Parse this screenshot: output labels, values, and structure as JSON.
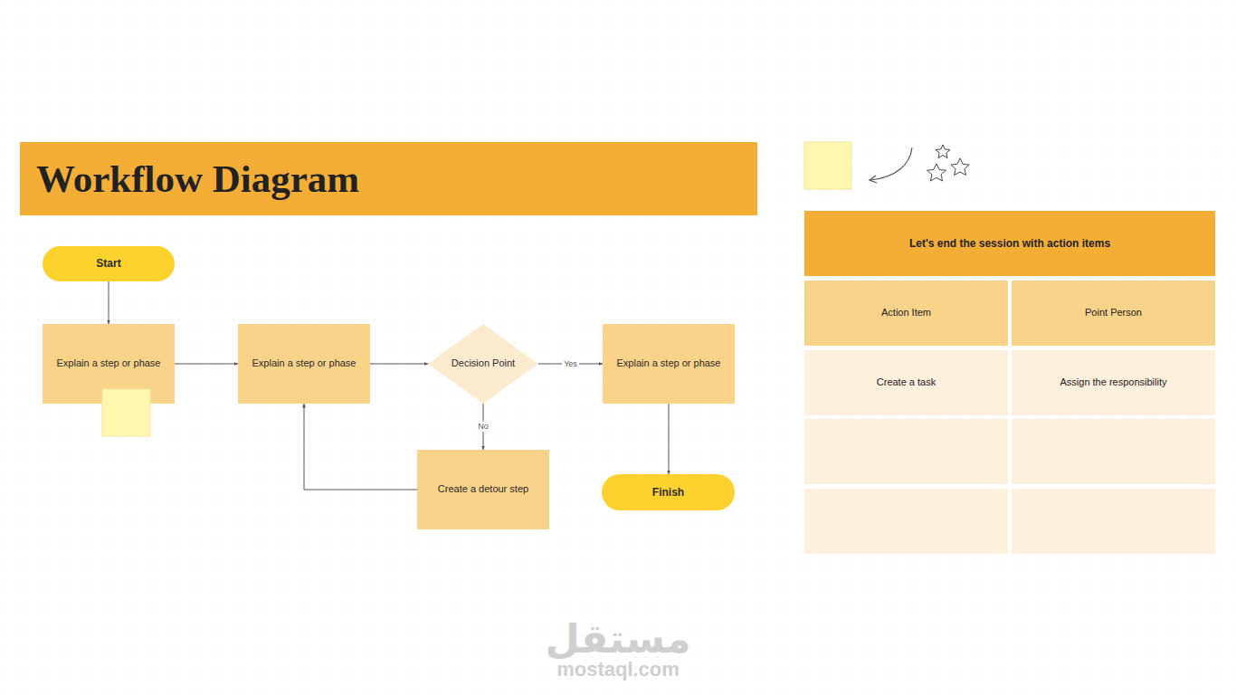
{
  "diagram": {
    "title": "Workflow Diagram",
    "nodes": [
      {
        "text": [
          "Start"
        ]
      },
      {
        "text": [
          "Explain a step or phase"
        ]
      },
      {
        "text": [
          "Explain a step or phase"
        ]
      },
      {
        "text": [
          "Decision Point"
        ]
      },
      {
        "text": [
          "Explain a step or phase"
        ]
      },
      {
        "text": [
          "Create a detour step"
        ]
      },
      {
        "text": [
          "Finish"
        ]
      }
    ],
    "edges": [
      {
        "from": 0,
        "to": 1,
        "arrow": "to"
      },
      {
        "from": 1,
        "to": 2,
        "arrow": "to"
      },
      {
        "from": 2,
        "to": 3,
        "arrow": "to"
      },
      {
        "from": 3,
        "to": 4,
        "label": "Yes",
        "arrow": "to"
      },
      {
        "from": 3,
        "to": 5,
        "label": "No",
        "arrow": "to"
      },
      {
        "from": 5,
        "to": 2,
        "arrow": "to"
      },
      {
        "from": 4,
        "to": 6,
        "arrow": "to"
      }
    ],
    "labels": [
      "Let's end the session with action items",
      "Action Item",
      "Point Person",
      "Create a task",
      "Assign the responsibility",
      "مستقل",
      "mostaql.com"
    ]
  }
}
